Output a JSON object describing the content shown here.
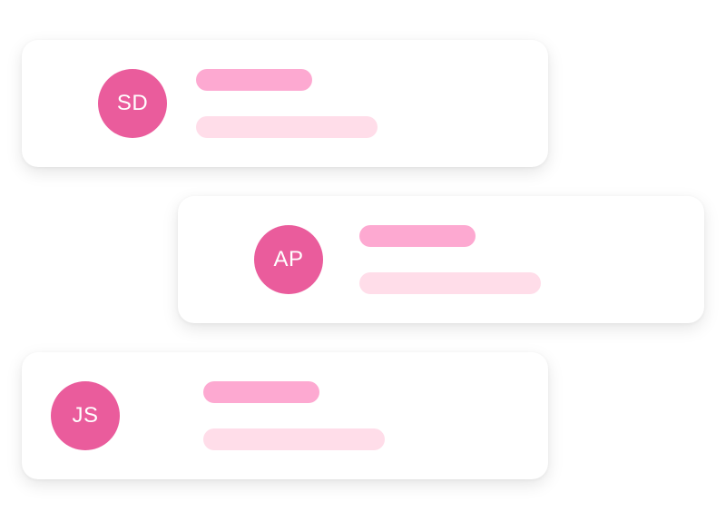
{
  "colors": {
    "avatar_bg": "#EA5C9C",
    "title_placeholder": "#FDA9D1",
    "subtitle_placeholder": "#FFDDE9",
    "card_bg": "#FFFFFF"
  },
  "cards": [
    {
      "initials": "SD"
    },
    {
      "initials": "AP"
    },
    {
      "initials": "JS"
    }
  ]
}
